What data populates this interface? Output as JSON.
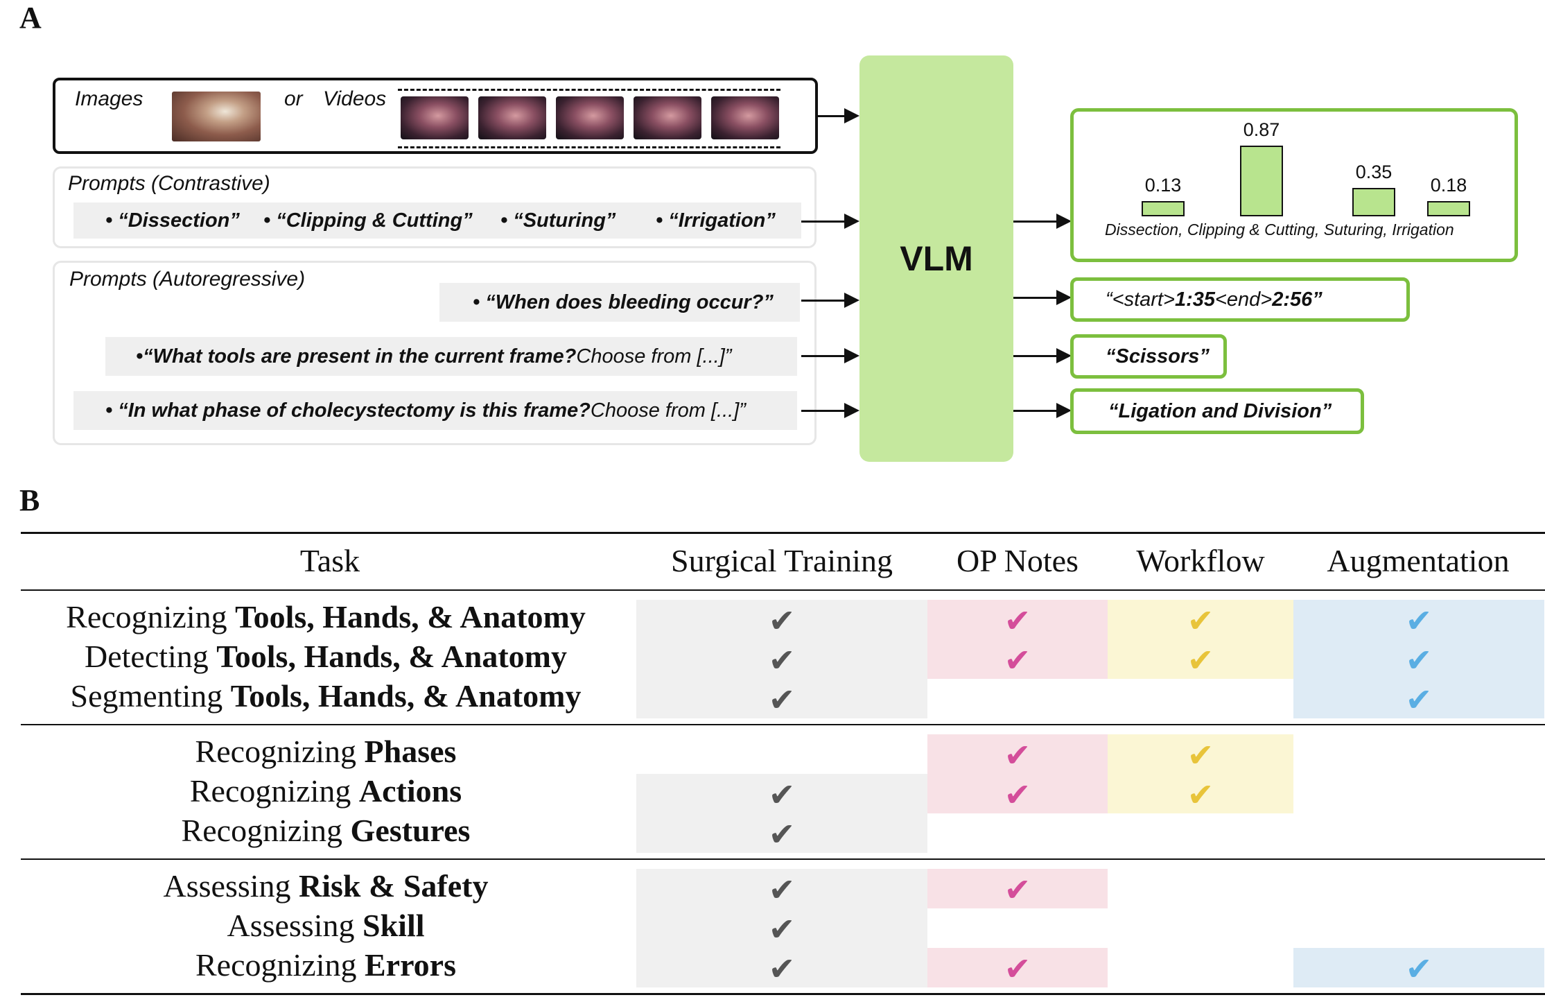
{
  "panel_a": {
    "letter": "A",
    "input": {
      "images_label": "Images",
      "or_label": "or",
      "videos_label": "Videos"
    },
    "contrastive": {
      "title": "Prompts (Contrastive)",
      "prompts": [
        "• “Dissection”",
        "• “Clipping & Cutting”",
        "• “Suturing”",
        "• “Irrigation”"
      ]
    },
    "autoregressive": {
      "title": "Prompts (Autoregressive)",
      "q1": "• “When does bleeding occur?”",
      "q2_bold": "•“What tools are present in the current frame?",
      "q2_norm": " Choose from [...]”",
      "q3_bold": "• “In what phase of cholecystectomy is this frame?",
      "q3_norm": " Choose from [...]”"
    },
    "model_label": "VLM",
    "outputs": {
      "bar_caption": "Dissection, Clipping & Cutting, Suturing, Irrigation",
      "answer1_a": "“<start> ",
      "answer1_b": "1:35",
      "answer1_c": " <end> ",
      "answer1_d": "2:56”",
      "answer2": "“Scissors”",
      "answer3": "“Ligation and Division”"
    },
    "accent_green": "#7cbf3e",
    "vlm_fill": "#c5e89e"
  },
  "chart_data": {
    "type": "bar",
    "categories": [
      "Dissection",
      "Clipping & Cutting",
      "Suturing",
      "Irrigation"
    ],
    "values": [
      0.13,
      0.87,
      0.35,
      0.18
    ],
    "value_labels": [
      "0.13",
      "0.87",
      "0.35",
      "0.18"
    ],
    "ylim": [
      0,
      1
    ],
    "grid": false,
    "legend": "none"
  },
  "panel_b": {
    "letter": "B",
    "headers": [
      "Task",
      "Surgical Training",
      "OP Notes",
      "Workflow",
      "Augmentation"
    ],
    "check_glyph": "✔",
    "colors": {
      "training_bg": "#f0f0f0",
      "training_check": "#555555",
      "notes_bg": "#f8e1e6",
      "notes_check": "#d44d9a",
      "workflow_bg": "#fbf6d4",
      "workflow_check": "#e8c43a",
      "aug_bg": "#deebf5",
      "aug_check": "#5aaee3"
    },
    "rows": [
      {
        "pre": "Recognizing ",
        "bold": "Tools, Hands, & Anatomy",
        "checks": [
          true,
          true,
          true,
          true
        ]
      },
      {
        "pre": "Detecting ",
        "bold": "Tools, Hands, & Anatomy",
        "checks": [
          true,
          true,
          true,
          true
        ]
      },
      {
        "pre": "Segmenting ",
        "bold": "Tools, Hands, & Anatomy",
        "checks": [
          true,
          false,
          false,
          true
        ]
      },
      {
        "pre": "Recognizing ",
        "bold": "Phases",
        "checks": [
          false,
          true,
          true,
          false
        ]
      },
      {
        "pre": "Recognizing ",
        "bold": "Actions",
        "checks": [
          true,
          true,
          true,
          false
        ]
      },
      {
        "pre": "Recognizing ",
        "bold": "Gestures",
        "checks": [
          true,
          false,
          false,
          false
        ]
      },
      {
        "pre": "Assessing ",
        "bold": "Risk & Safety",
        "checks": [
          true,
          true,
          false,
          false
        ]
      },
      {
        "pre": "Assessing ",
        "bold": "Skill",
        "checks": [
          true,
          false,
          false,
          false
        ]
      },
      {
        "pre": "Recognizing ",
        "bold": "Errors",
        "checks": [
          true,
          true,
          false,
          true
        ]
      }
    ]
  }
}
